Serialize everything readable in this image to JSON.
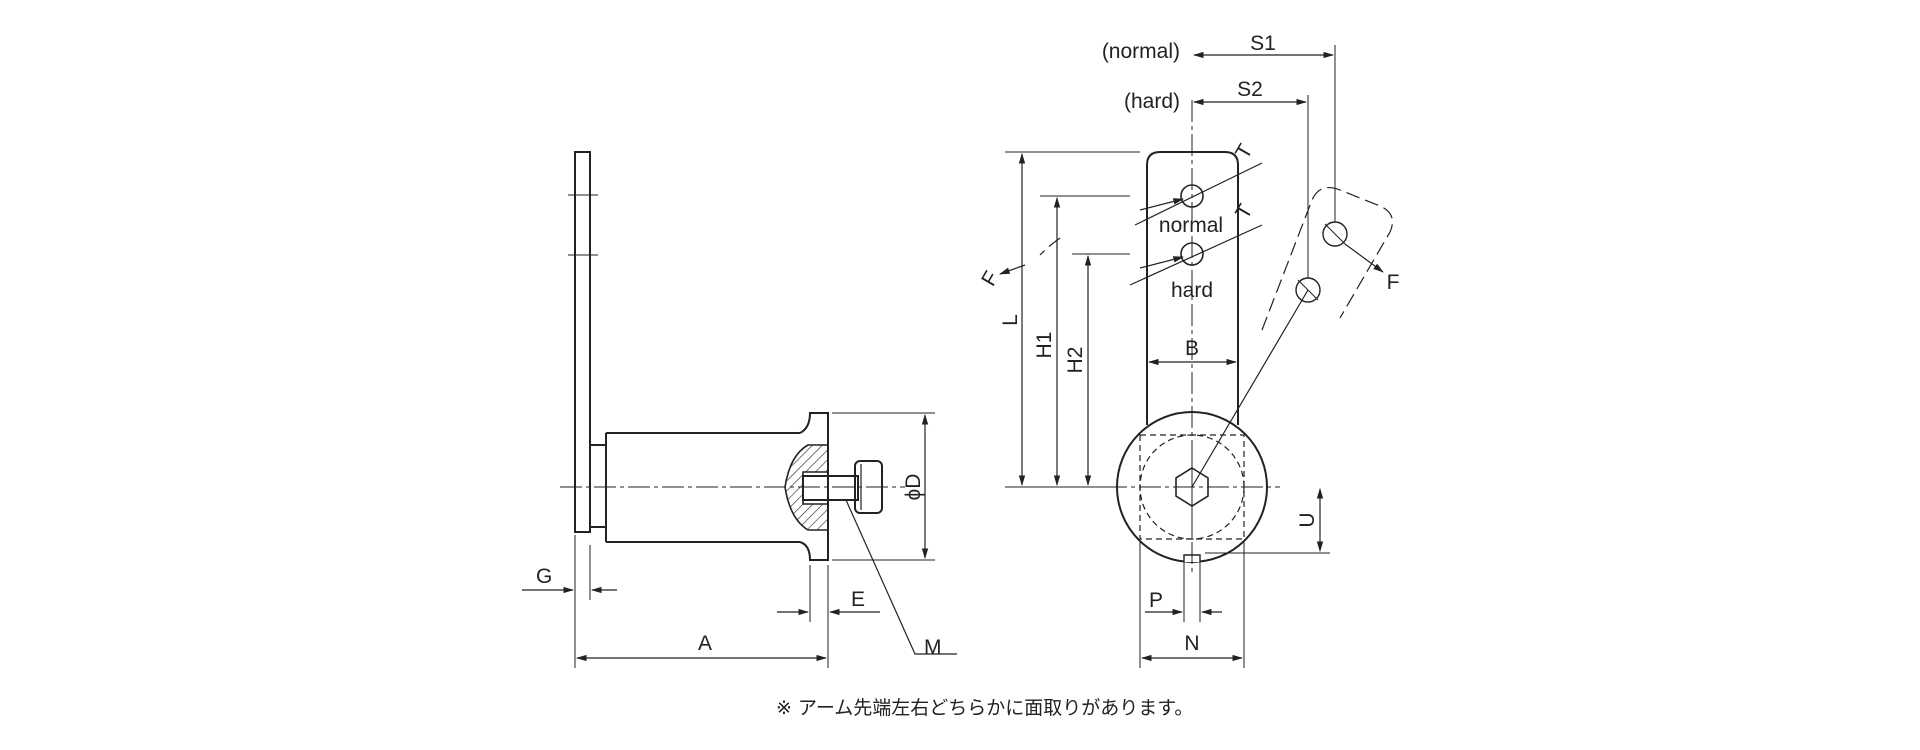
{
  "colors": {
    "line": "#222222",
    "background": "#ffffff"
  },
  "labels": {
    "G": "G",
    "A": "A",
    "E": "E",
    "M": "M",
    "phiD": "ϕD",
    "normal_paren": "(normal)",
    "hard_paren": "(hard)",
    "S1": "S1",
    "S2": "S2",
    "T_upper": "T",
    "T_lower": "T",
    "normal": "normal",
    "hard": "hard",
    "F_left": "F",
    "F_right": "F",
    "L": "L",
    "H1": "H1",
    "H2": "H2",
    "B": "B",
    "U": "U",
    "P": "P",
    "N": "N"
  },
  "footnote": "※ アーム先端左右どちらかに面取りがあります。"
}
